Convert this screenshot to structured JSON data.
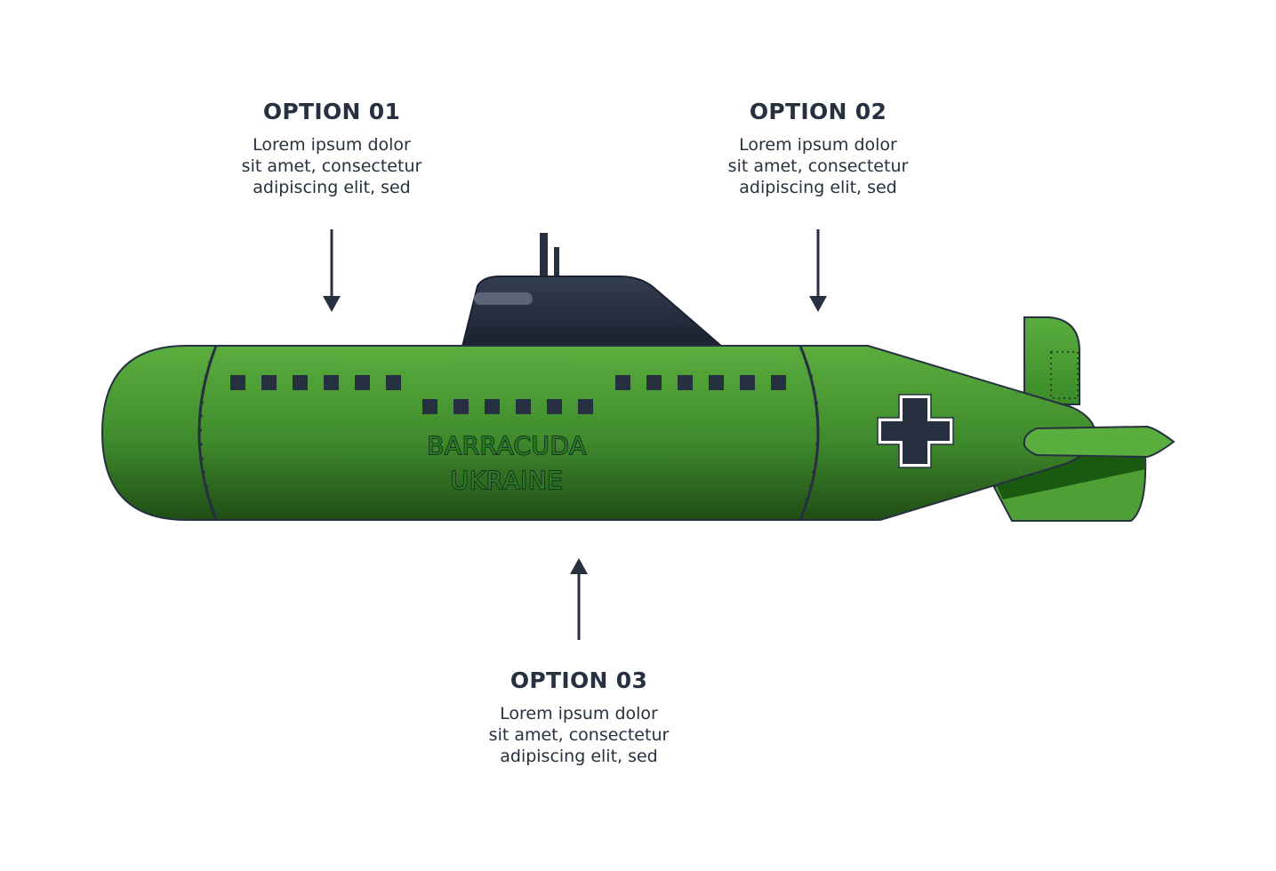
{
  "options": [
    {
      "title": "OPTION 01",
      "lines": [
        "Lorem ipsum dolor",
        "sit amet, consectetur",
        "adipiscing elit, sed"
      ]
    },
    {
      "title": "OPTION 02",
      "lines": [
        "Lorem ipsum dolor",
        "sit amet, consectetur",
        "adipiscing elit, sed"
      ]
    },
    {
      "title": "OPTION 03",
      "lines": [
        "Lorem ipsum dolor",
        "sit amet, consectetur",
        "adipiscing elit, sed"
      ]
    }
  ],
  "submarine": {
    "name_line1": "BARRACUDA",
    "name_line2": "UKRAINE",
    "emblem": "cross-emblem-icon"
  },
  "colors": {
    "hull_light": "#5aae3e",
    "hull_dark": "#1f4d16",
    "tower": "#263040",
    "text": "#263040",
    "arrow": "#263040",
    "fin_dark": "#1a5a10"
  }
}
